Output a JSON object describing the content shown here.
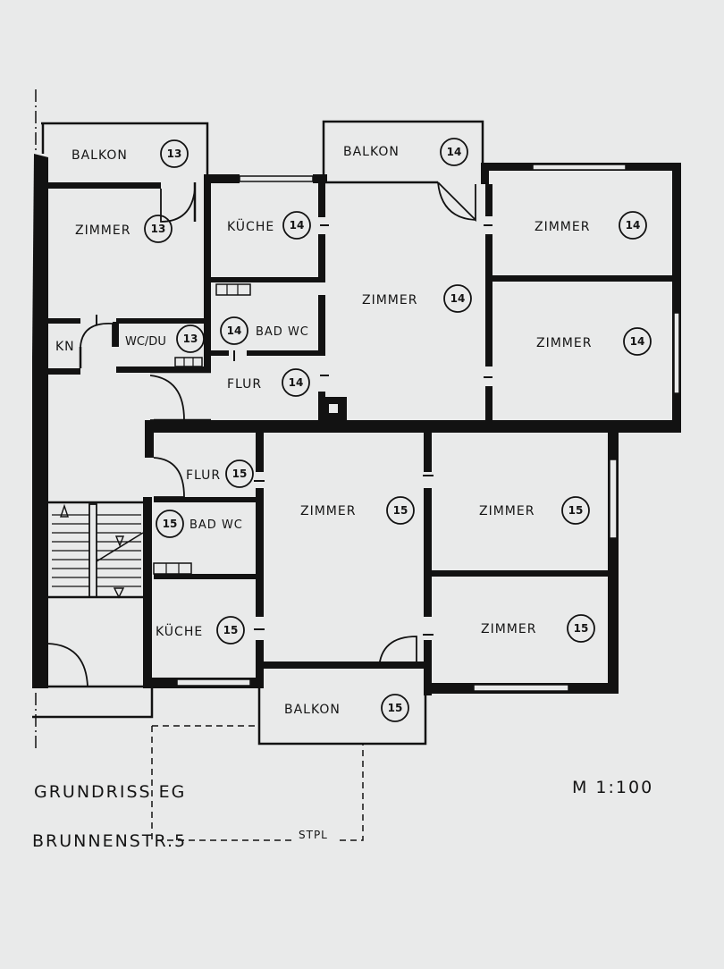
{
  "plan": {
    "title": "GRUNDRISS EG",
    "address": "BRUNNENSTR.5",
    "scale": "M 1:100",
    "parking": "STPL"
  },
  "rooms": {
    "balkon13": {
      "label": "BALKON",
      "unit": "13"
    },
    "zimmer13": {
      "label": "ZIMMER",
      "unit": "13"
    },
    "kn": {
      "label": "KN"
    },
    "wcdu13": {
      "label": "WC/DU",
      "unit": "13"
    },
    "balkon14": {
      "label": "BALKON",
      "unit": "14"
    },
    "kueche14": {
      "label": "KÜCHE",
      "unit": "14"
    },
    "bad14": {
      "label": "BAD WC",
      "unit": "14"
    },
    "flur14": {
      "label": "FLUR",
      "unit": "14"
    },
    "zimmer14a": {
      "label": "ZIMMER",
      "unit": "14"
    },
    "zimmer14b": {
      "label": "ZIMMER",
      "unit": "14"
    },
    "zimmer14c": {
      "label": "ZIMMER",
      "unit": "14"
    },
    "flur15": {
      "label": "FLUR",
      "unit": "15"
    },
    "bad15": {
      "label": "BAD WC",
      "unit": "15"
    },
    "kueche15": {
      "label": "KÜCHE",
      "unit": "15"
    },
    "zimmer15a": {
      "label": "ZIMMER",
      "unit": "15"
    },
    "zimmer15b": {
      "label": "ZIMMER",
      "unit": "15"
    },
    "zimmer15c": {
      "label": "ZIMMER",
      "unit": "15"
    },
    "balkon15": {
      "label": "BALKON",
      "unit": "15"
    }
  }
}
